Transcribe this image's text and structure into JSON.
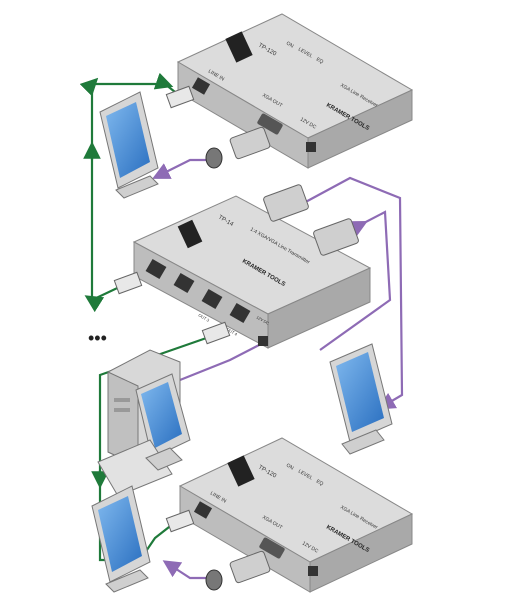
{
  "colors": {
    "analog_cable": "#1f7a3a",
    "xga_cable": "#8e6bb5",
    "device_top": "#d9d9d9",
    "device_side": "#b5b5b5",
    "monitor_screen": "#3b86d6"
  },
  "receiver_top": {
    "model": "TP-120",
    "brand": "KRAMER TOOLS",
    "subtitle": "XGA Line Receiver",
    "line_in_label": "LINE IN",
    "level_label": "LEVEL",
    "eq_label": "EQ",
    "on_label": "ON",
    "xga_out_label": "XGA OUT",
    "power_label": "12V DC"
  },
  "transmitter": {
    "model": "TP-14",
    "brand": "KRAMER TOOLS",
    "subtitle": "1:4 XGA/VGA Line Transmitter",
    "port_labels": [
      "OUT 1",
      "OUT 2",
      "OUT 3",
      "OUT 4"
    ],
    "power_label": "12V DC"
  },
  "receiver_bottom": {
    "model": "TP-120",
    "brand": "KRAMER TOOLS",
    "subtitle": "XGA Line Receiver",
    "line_in_label": "LINE IN",
    "level_label": "LEVEL",
    "eq_label": "EQ",
    "on_label": "ON",
    "xga_out_label": "XGA OUT",
    "power_label": "12V DC"
  },
  "ellipsis": "•••"
}
